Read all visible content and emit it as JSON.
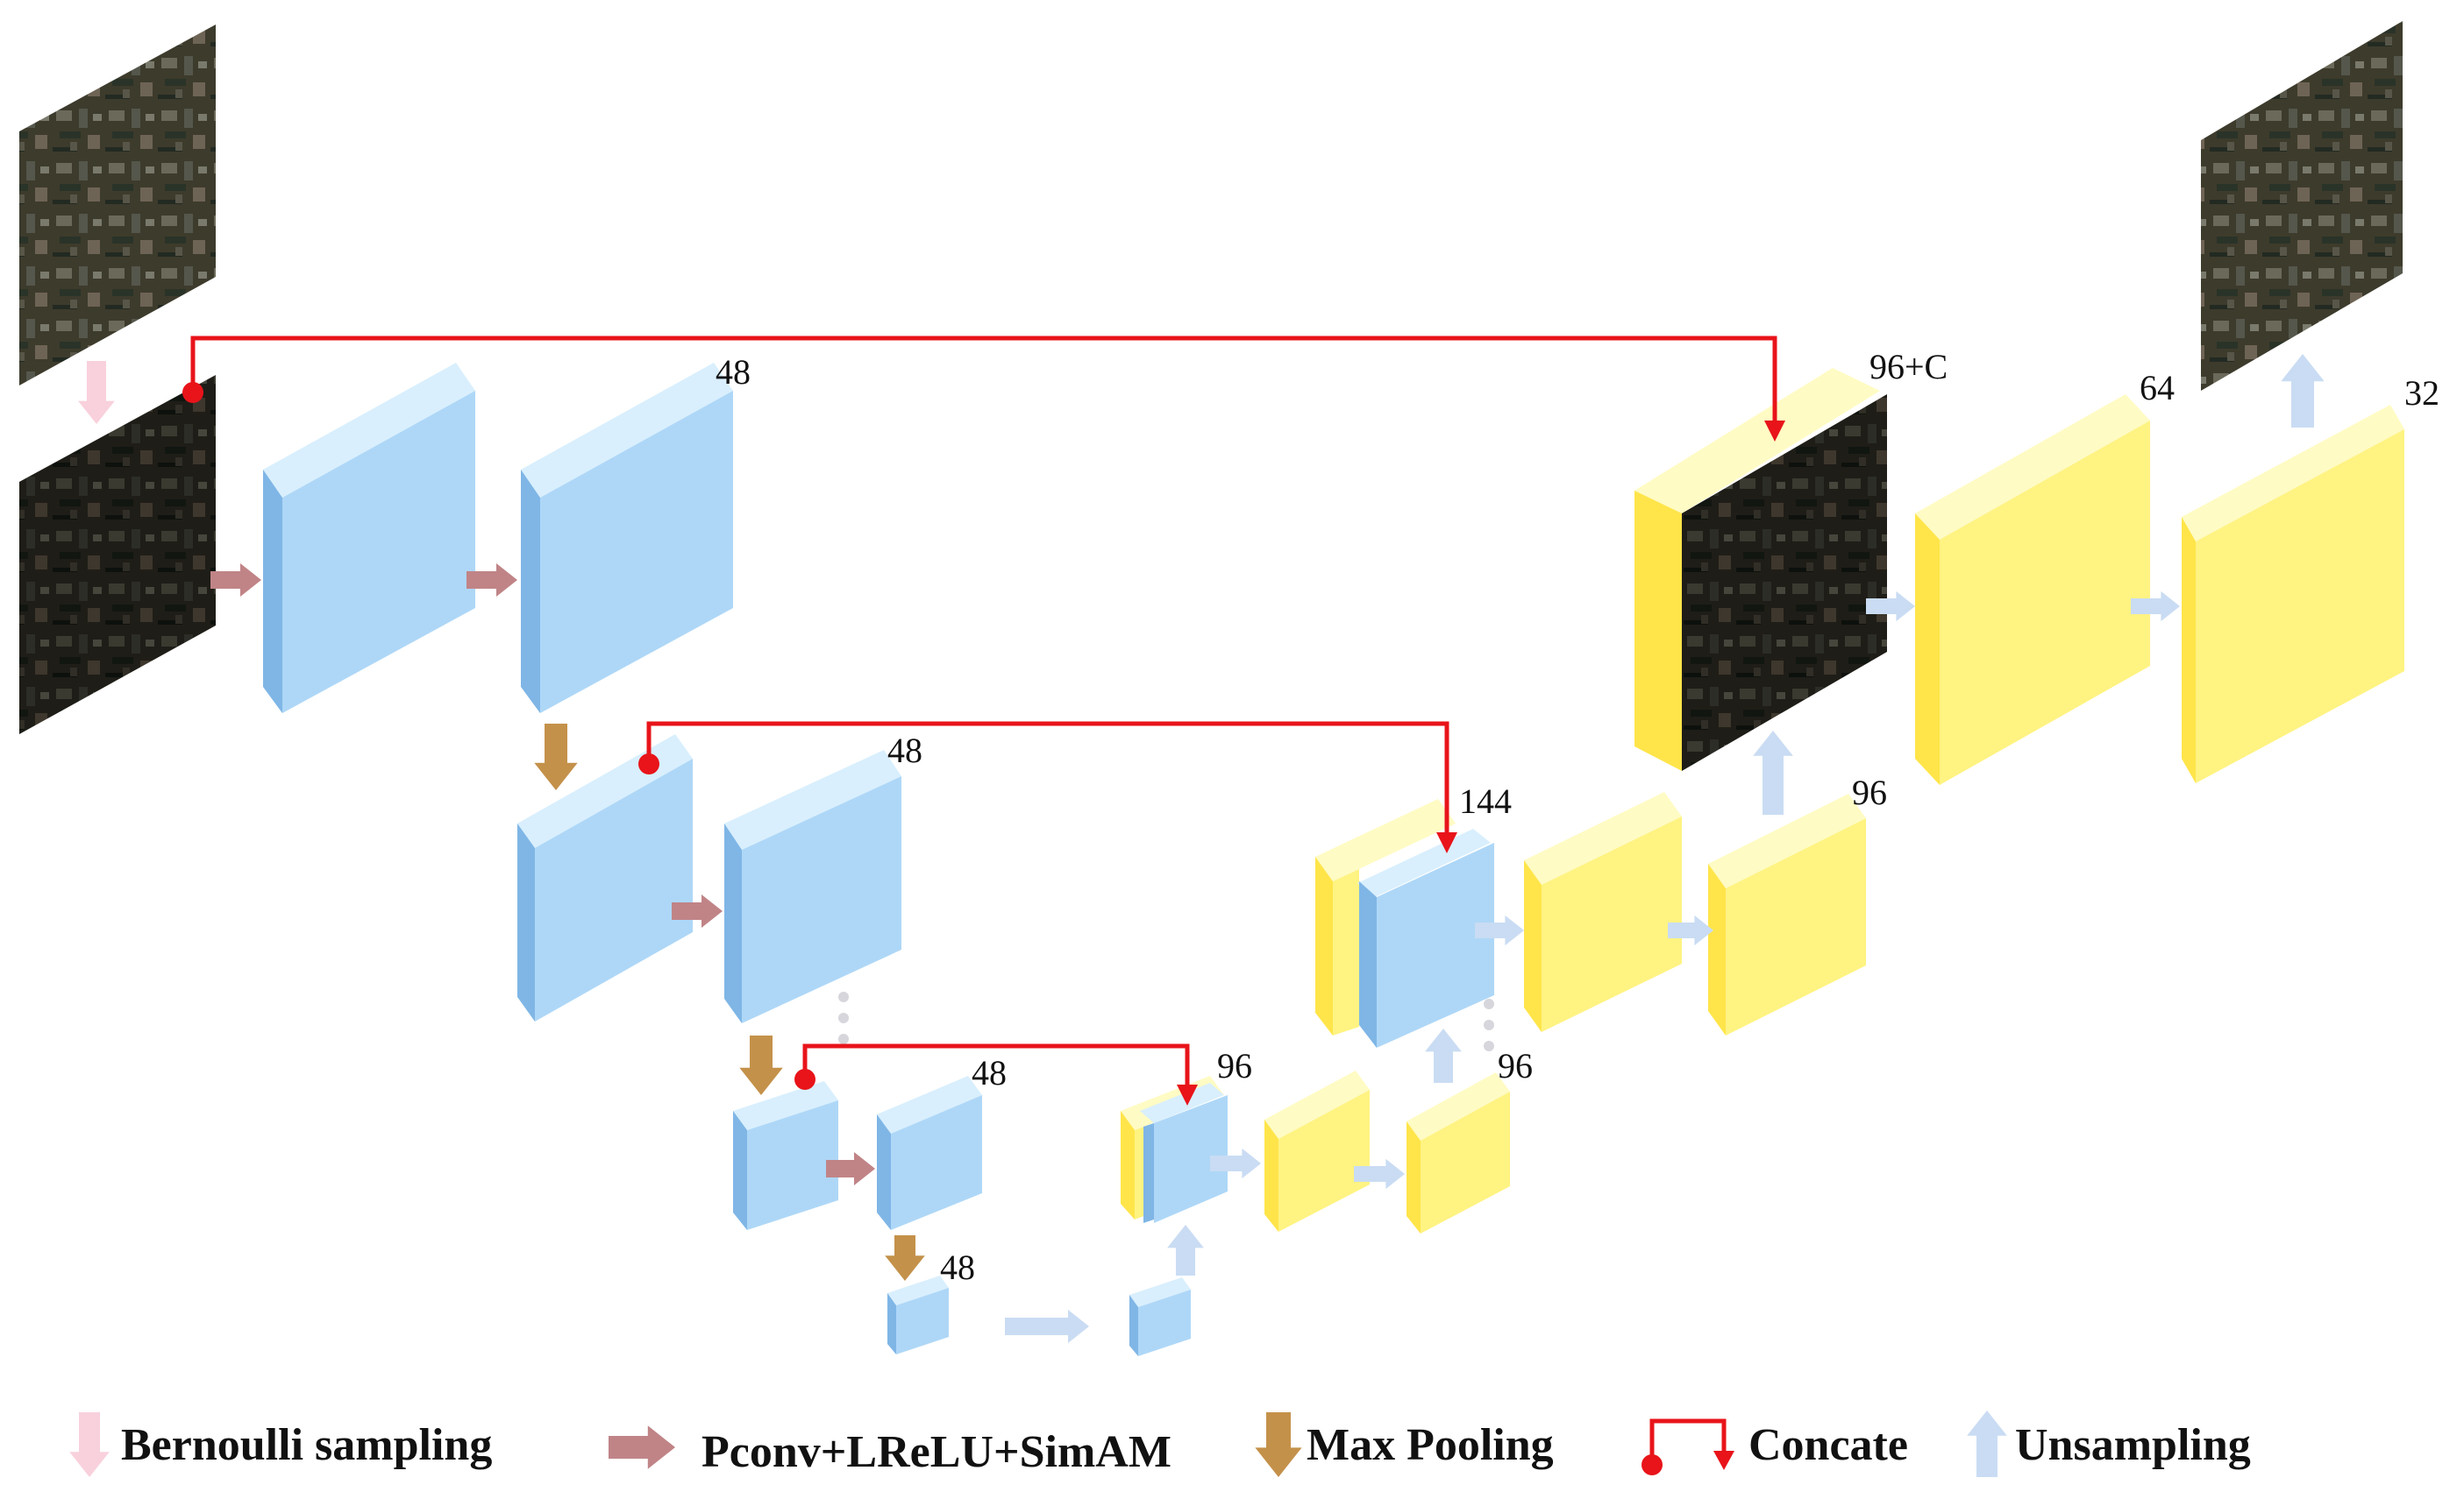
{
  "colors": {
    "encoder_front": "#aed7f7",
    "encoder_top": "#d9effd",
    "encoder_side": "#7fb6e6",
    "decoder_front": "#fff382",
    "decoder_top": "#fffbc4",
    "decoder_side": "#ffe54a",
    "skip_line": "#e8141a",
    "arrow_sampling": "#f8d1dc",
    "arrow_pconv": "#c08487",
    "arrow_pool": "#c4914a",
    "arrow_up": "#c9dcf3",
    "satellite": "#3b3b2e"
  },
  "labels": {
    "l1": "48",
    "l2": "48",
    "l3": "48",
    "l4": "48",
    "c144": "144",
    "c96": "96",
    "d96a": "96",
    "d96b": "96",
    "d96c": "96+C",
    "d64": "64",
    "d32": "32"
  },
  "legend": {
    "bernoulli": "Bernoulli sampling",
    "pconv": "Pconv+LReLU+SimAM",
    "pool": "Max Pooling",
    "concat": "Concate",
    "up": "Unsampling"
  }
}
